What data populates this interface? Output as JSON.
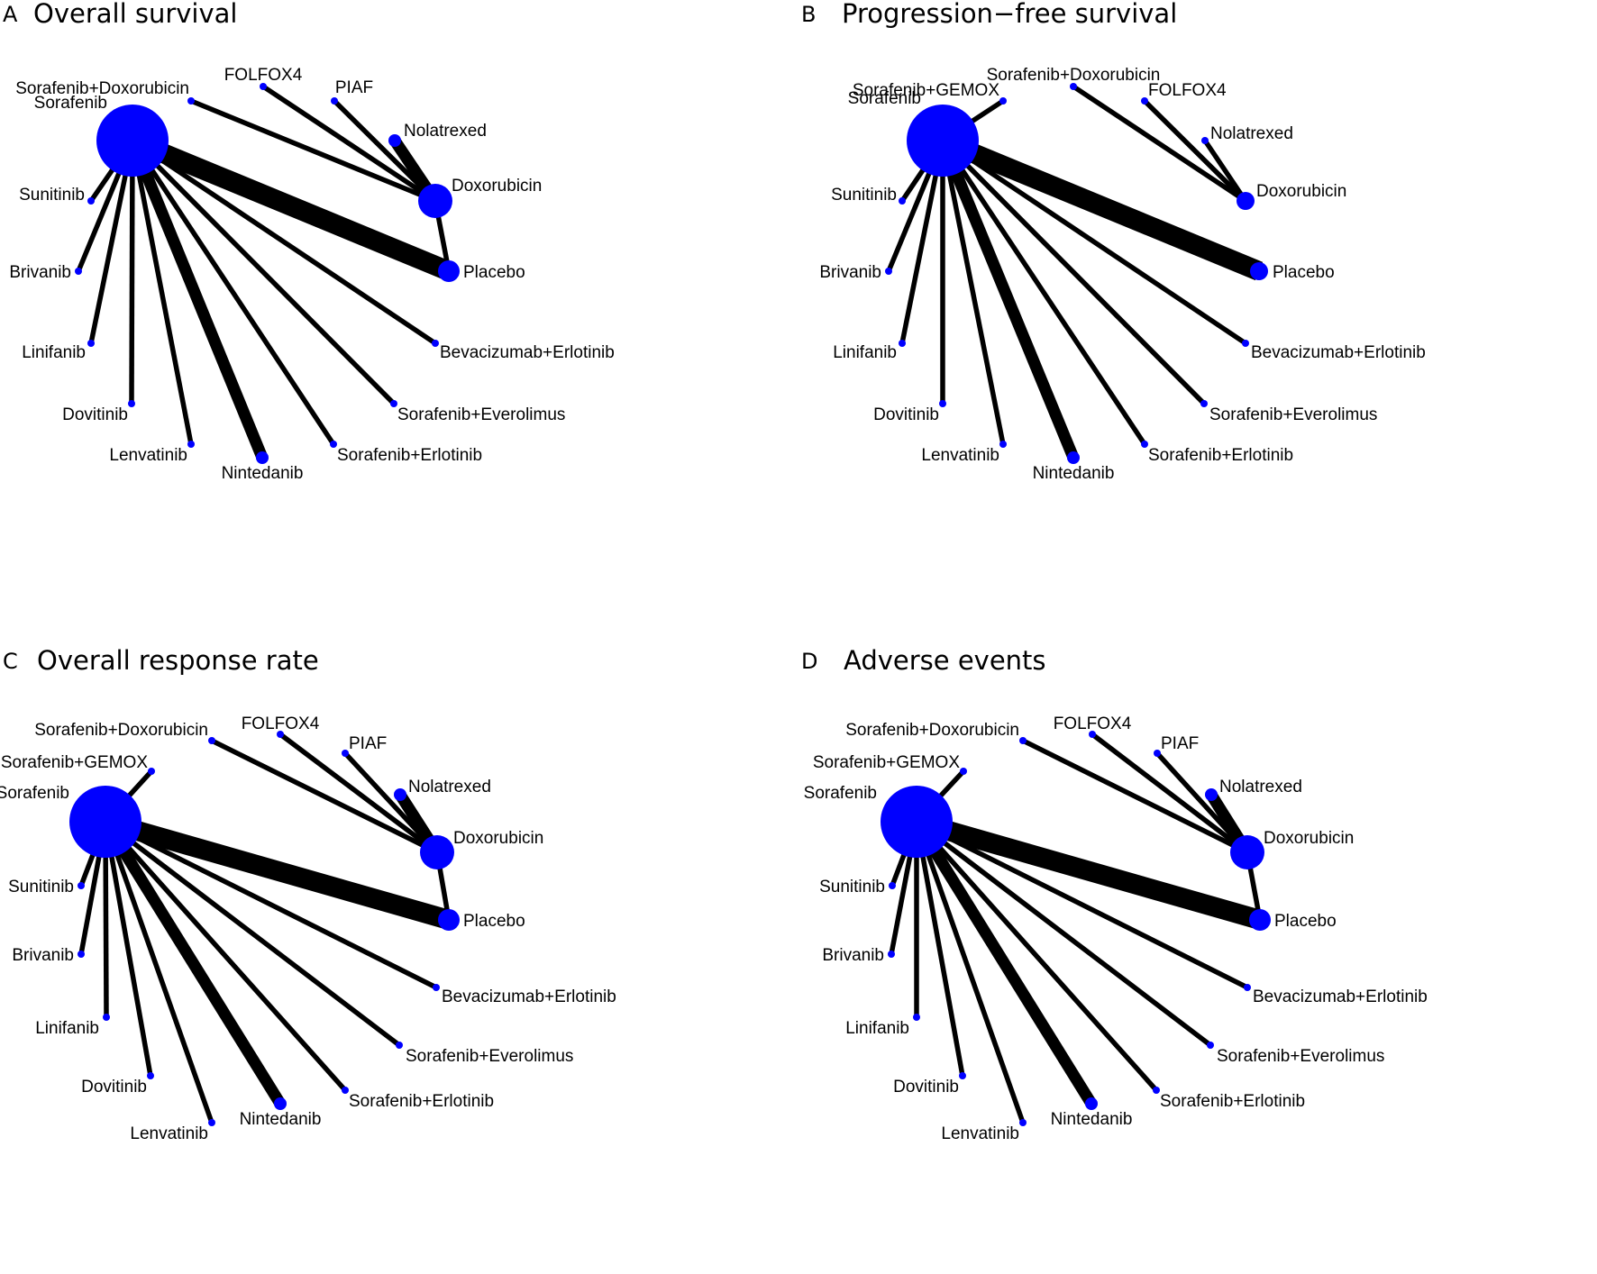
{
  "colors": {
    "node": "#0000ff",
    "edge": "#000000",
    "background": "#ffffff"
  },
  "panels": [
    {
      "letter": "A",
      "title": "Overall survival",
      "nodes": [
        {
          "id": "sorafenib",
          "label": "Sorafenib",
          "size": 5
        },
        {
          "id": "sorafenib_doxorubicin",
          "label": "Sorafenib+Doxorubicin",
          "size": 1
        },
        {
          "id": "folfox4",
          "label": "FOLFOX4",
          "size": 1
        },
        {
          "id": "piaf",
          "label": "PIAF",
          "size": 1
        },
        {
          "id": "nolatrexed",
          "label": "Nolatrexed",
          "size": 1.6
        },
        {
          "id": "doxorubicin",
          "label": "Doxorubicin",
          "size": 3
        },
        {
          "id": "placebo",
          "label": "Placebo",
          "size": 2.4
        },
        {
          "id": "bevacizumab_erlotinib",
          "label": "Bevacizumab+Erlotinib",
          "size": 1
        },
        {
          "id": "sorafenib_everolimus",
          "label": "Sorafenib+Everolimus",
          "size": 1
        },
        {
          "id": "sorafenib_erlotinib",
          "label": "Sorafenib+Erlotinib",
          "size": 1
        },
        {
          "id": "nintedanib",
          "label": "Nintedanib",
          "size": 1.6
        },
        {
          "id": "lenvatinib",
          "label": "Lenvatinib",
          "size": 1
        },
        {
          "id": "dovitinib",
          "label": "Dovitinib",
          "size": 1
        },
        {
          "id": "linifanib",
          "label": "Linifanib",
          "size": 1
        },
        {
          "id": "brivanib",
          "label": "Brivanib",
          "size": 1
        },
        {
          "id": "sunitinib",
          "label": "Sunitinib",
          "size": 1
        }
      ],
      "edges": [
        {
          "from": "sorafenib",
          "to": "placebo",
          "weight": 4
        },
        {
          "from": "sorafenib",
          "to": "nintedanib",
          "weight": 2
        },
        {
          "from": "sorafenib",
          "to": "lenvatinib",
          "weight": 1
        },
        {
          "from": "sorafenib",
          "to": "dovitinib",
          "weight": 1
        },
        {
          "from": "sorafenib",
          "to": "linifanib",
          "weight": 1
        },
        {
          "from": "sorafenib",
          "to": "brivanib",
          "weight": 1
        },
        {
          "from": "sorafenib",
          "to": "sunitinib",
          "weight": 1
        },
        {
          "from": "sorafenib",
          "to": "bevacizumab_erlotinib",
          "weight": 1
        },
        {
          "from": "sorafenib",
          "to": "sorafenib_everolimus",
          "weight": 1
        },
        {
          "from": "sorafenib",
          "to": "sorafenib_erlotinib",
          "weight": 1
        },
        {
          "from": "sorafenib_doxorubicin",
          "to": "doxorubicin",
          "weight": 1
        },
        {
          "from": "folfox4",
          "to": "doxorubicin",
          "weight": 1
        },
        {
          "from": "piaf",
          "to": "doxorubicin",
          "weight": 1
        },
        {
          "from": "nolatrexed",
          "to": "doxorubicin",
          "weight": 2
        },
        {
          "from": "doxorubicin",
          "to": "placebo",
          "weight": 1
        }
      ]
    },
    {
      "letter": "B",
      "title": "Progression−free survival",
      "nodes": [
        {
          "id": "sorafenib",
          "label": "Sorafenib",
          "size": 5
        },
        {
          "id": "sorafenib_gemox",
          "label": "Sorafenib+GEMOX",
          "size": 1
        },
        {
          "id": "sorafenib_doxorubicin",
          "label": "Sorafenib+Doxorubicin",
          "size": 1
        },
        {
          "id": "folfox4",
          "label": "FOLFOX4",
          "size": 1
        },
        {
          "id": "nolatrexed",
          "label": "Nolatrexed",
          "size": 1
        },
        {
          "id": "doxorubicin",
          "label": "Doxorubicin",
          "size": 2
        },
        {
          "id": "placebo",
          "label": "Placebo",
          "size": 2
        },
        {
          "id": "bevacizumab_erlotinib",
          "label": "Bevacizumab+Erlotinib",
          "size": 1
        },
        {
          "id": "sorafenib_everolimus",
          "label": "Sorafenib+Everolimus",
          "size": 1
        },
        {
          "id": "sorafenib_erlotinib",
          "label": "Sorafenib+Erlotinib",
          "size": 1
        },
        {
          "id": "nintedanib",
          "label": "Nintedanib",
          "size": 1.6
        },
        {
          "id": "lenvatinib",
          "label": "Lenvatinib",
          "size": 1
        },
        {
          "id": "dovitinib",
          "label": "Dovitinib",
          "size": 1
        },
        {
          "id": "linifanib",
          "label": "Linifanib",
          "size": 1
        },
        {
          "id": "brivanib",
          "label": "Brivanib",
          "size": 1
        },
        {
          "id": "sunitinib",
          "label": "Sunitinib",
          "size": 1
        }
      ],
      "edges": [
        {
          "from": "sorafenib",
          "to": "placebo",
          "weight": 4
        },
        {
          "from": "sorafenib",
          "to": "nintedanib",
          "weight": 2
        },
        {
          "from": "sorafenib",
          "to": "sorafenib_gemox",
          "weight": 1
        },
        {
          "from": "sorafenib",
          "to": "lenvatinib",
          "weight": 1
        },
        {
          "from": "sorafenib",
          "to": "dovitinib",
          "weight": 1
        },
        {
          "from": "sorafenib",
          "to": "linifanib",
          "weight": 1
        },
        {
          "from": "sorafenib",
          "to": "brivanib",
          "weight": 1
        },
        {
          "from": "sorafenib",
          "to": "sunitinib",
          "weight": 1
        },
        {
          "from": "sorafenib",
          "to": "bevacizumab_erlotinib",
          "weight": 1
        },
        {
          "from": "sorafenib",
          "to": "sorafenib_everolimus",
          "weight": 1
        },
        {
          "from": "sorafenib",
          "to": "sorafenib_erlotinib",
          "weight": 1
        },
        {
          "from": "sorafenib_doxorubicin",
          "to": "doxorubicin",
          "weight": 1
        },
        {
          "from": "folfox4",
          "to": "doxorubicin",
          "weight": 1
        },
        {
          "from": "nolatrexed",
          "to": "doxorubicin",
          "weight": 1
        }
      ]
    },
    {
      "letter": "C",
      "title": "Overall response rate",
      "nodes": [
        {
          "id": "sorafenib",
          "label": "Sorafenib",
          "size": 5
        },
        {
          "id": "sorafenib_gemox",
          "label": "Sorafenib+GEMOX",
          "size": 1
        },
        {
          "id": "sorafenib_doxorubicin",
          "label": "Sorafenib+Doxorubicin",
          "size": 1
        },
        {
          "id": "folfox4",
          "label": "FOLFOX4",
          "size": 1
        },
        {
          "id": "piaf",
          "label": "PIAF",
          "size": 1
        },
        {
          "id": "nolatrexed",
          "label": "Nolatrexed",
          "size": 1.6
        },
        {
          "id": "doxorubicin",
          "label": "Doxorubicin",
          "size": 3
        },
        {
          "id": "placebo",
          "label": "Placebo",
          "size": 2.4
        },
        {
          "id": "bevacizumab_erlotinib",
          "label": "Bevacizumab+Erlotinib",
          "size": 1
        },
        {
          "id": "sorafenib_everolimus",
          "label": "Sorafenib+Everolimus",
          "size": 1
        },
        {
          "id": "sorafenib_erlotinib",
          "label": "Sorafenib+Erlotinib",
          "size": 1
        },
        {
          "id": "nintedanib",
          "label": "Nintedanib",
          "size": 1.6
        },
        {
          "id": "lenvatinib",
          "label": "Lenvatinib",
          "size": 1
        },
        {
          "id": "dovitinib",
          "label": "Dovitinib",
          "size": 1
        },
        {
          "id": "linifanib",
          "label": "Linifanib",
          "size": 1
        },
        {
          "id": "brivanib",
          "label": "Brivanib",
          "size": 1
        },
        {
          "id": "sunitinib",
          "label": "Sunitinib",
          "size": 1
        }
      ],
      "edges": [
        {
          "from": "sorafenib",
          "to": "placebo",
          "weight": 4
        },
        {
          "from": "sorafenib",
          "to": "nintedanib",
          "weight": 2
        },
        {
          "from": "sorafenib",
          "to": "sorafenib_gemox",
          "weight": 1
        },
        {
          "from": "sorafenib",
          "to": "lenvatinib",
          "weight": 1
        },
        {
          "from": "sorafenib",
          "to": "dovitinib",
          "weight": 1
        },
        {
          "from": "sorafenib",
          "to": "linifanib",
          "weight": 1
        },
        {
          "from": "sorafenib",
          "to": "brivanib",
          "weight": 1
        },
        {
          "from": "sorafenib",
          "to": "sunitinib",
          "weight": 1
        },
        {
          "from": "sorafenib",
          "to": "bevacizumab_erlotinib",
          "weight": 1
        },
        {
          "from": "sorafenib",
          "to": "sorafenib_everolimus",
          "weight": 1
        },
        {
          "from": "sorafenib",
          "to": "sorafenib_erlotinib",
          "weight": 1
        },
        {
          "from": "sorafenib_doxorubicin",
          "to": "doxorubicin",
          "weight": 1
        },
        {
          "from": "folfox4",
          "to": "doxorubicin",
          "weight": 1
        },
        {
          "from": "piaf",
          "to": "doxorubicin",
          "weight": 1
        },
        {
          "from": "nolatrexed",
          "to": "doxorubicin",
          "weight": 2
        },
        {
          "from": "doxorubicin",
          "to": "placebo",
          "weight": 1
        }
      ]
    },
    {
      "letter": "D",
      "title": "Adverse events",
      "nodes": [
        {
          "id": "sorafenib",
          "label": "Sorafenib",
          "size": 5
        },
        {
          "id": "sorafenib_gemox",
          "label": "Sorafenib+GEMOX",
          "size": 1
        },
        {
          "id": "sorafenib_doxorubicin",
          "label": "Sorafenib+Doxorubicin",
          "size": 1
        },
        {
          "id": "folfox4",
          "label": "FOLFOX4",
          "size": 1
        },
        {
          "id": "piaf",
          "label": "PIAF",
          "size": 1
        },
        {
          "id": "nolatrexed",
          "label": "Nolatrexed",
          "size": 1.6
        },
        {
          "id": "doxorubicin",
          "label": "Doxorubicin",
          "size": 3
        },
        {
          "id": "placebo",
          "label": "Placebo",
          "size": 2.4
        },
        {
          "id": "bevacizumab_erlotinib",
          "label": "Bevacizumab+Erlotinib",
          "size": 1
        },
        {
          "id": "sorafenib_everolimus",
          "label": "Sorafenib+Everolimus",
          "size": 1
        },
        {
          "id": "sorafenib_erlotinib",
          "label": "Sorafenib+Erlotinib",
          "size": 1
        },
        {
          "id": "nintedanib",
          "label": "Nintedanib",
          "size": 1.6
        },
        {
          "id": "lenvatinib",
          "label": "Lenvatinib",
          "size": 1
        },
        {
          "id": "dovitinib",
          "label": "Dovitinib",
          "size": 1
        },
        {
          "id": "linifanib",
          "label": "Linifanib",
          "size": 1
        },
        {
          "id": "brivanib",
          "label": "Brivanib",
          "size": 1
        },
        {
          "id": "sunitinib",
          "label": "Sunitinib",
          "size": 1
        }
      ],
      "edges": [
        {
          "from": "sorafenib",
          "to": "placebo",
          "weight": 4
        },
        {
          "from": "sorafenib",
          "to": "nintedanib",
          "weight": 2
        },
        {
          "from": "sorafenib",
          "to": "sorafenib_gemox",
          "weight": 1
        },
        {
          "from": "sorafenib",
          "to": "lenvatinib",
          "weight": 1
        },
        {
          "from": "sorafenib",
          "to": "dovitinib",
          "weight": 1
        },
        {
          "from": "sorafenib",
          "to": "linifanib",
          "weight": 1
        },
        {
          "from": "sorafenib",
          "to": "brivanib",
          "weight": 1
        },
        {
          "from": "sorafenib",
          "to": "sunitinib",
          "weight": 1
        },
        {
          "from": "sorafenib",
          "to": "bevacizumab_erlotinib",
          "weight": 1
        },
        {
          "from": "sorafenib",
          "to": "sorafenib_everolimus",
          "weight": 1
        },
        {
          "from": "sorafenib",
          "to": "sorafenib_erlotinib",
          "weight": 1
        },
        {
          "from": "sorafenib_doxorubicin",
          "to": "doxorubicin",
          "weight": 1
        },
        {
          "from": "folfox4",
          "to": "doxorubicin",
          "weight": 1
        },
        {
          "from": "piaf",
          "to": "doxorubicin",
          "weight": 1
        },
        {
          "from": "nolatrexed",
          "to": "doxorubicin",
          "weight": 2
        },
        {
          "from": "doxorubicin",
          "to": "placebo",
          "weight": 1
        }
      ]
    }
  ]
}
